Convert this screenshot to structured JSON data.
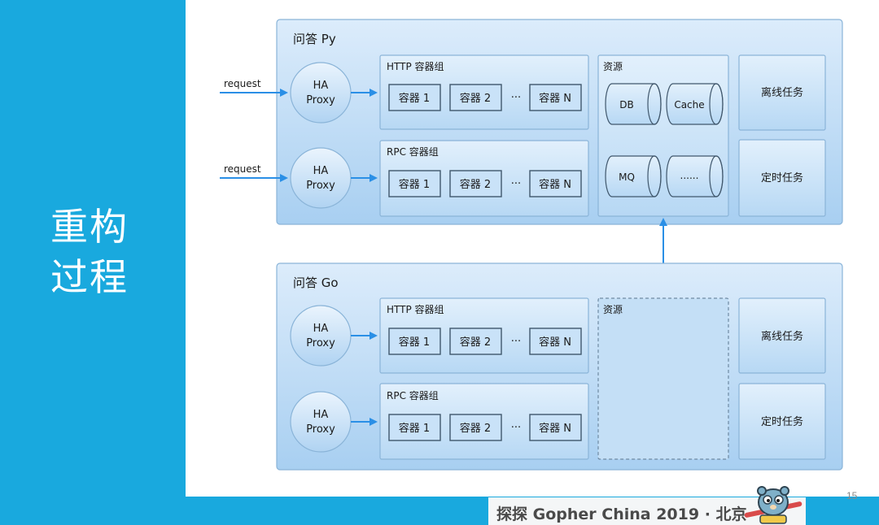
{
  "slide": {
    "title_line1": "重构",
    "title_line2": "过程",
    "footer": "探探 Gopher China 2019 · 北京",
    "page_number": "15"
  },
  "request_label": "request",
  "ha_proxy": {
    "line1": "HA",
    "line2": "Proxy"
  },
  "containers": {
    "c1": "容器 1",
    "c2": "容器 2",
    "ellipsis": "···",
    "cn": "容器 N"
  },
  "py_panel": {
    "title": "问答 Py",
    "http_group": "HTTP 容器组",
    "rpc_group": "RPC 容器组",
    "resources_title": "资源",
    "resources": [
      "DB",
      "Cache",
      "MQ",
      "......"
    ],
    "offline_tasks": "离线任务",
    "scheduled_tasks": "定时任务"
  },
  "go_panel": {
    "title": "问答 Go",
    "http_group": "HTTP 容器组",
    "rpc_group": "RPC 容器组",
    "resources_title": "资源",
    "offline_tasks": "离线任务",
    "scheduled_tasks": "定时任务"
  },
  "colors": {
    "sidebar": "#19a9de",
    "panel_fill": "#bcdcf7",
    "panel_stroke": "#8ab4d8",
    "box_fill": "#cfe6fa",
    "arrow": "#2a8fe6",
    "text": "#1a1a1a"
  }
}
